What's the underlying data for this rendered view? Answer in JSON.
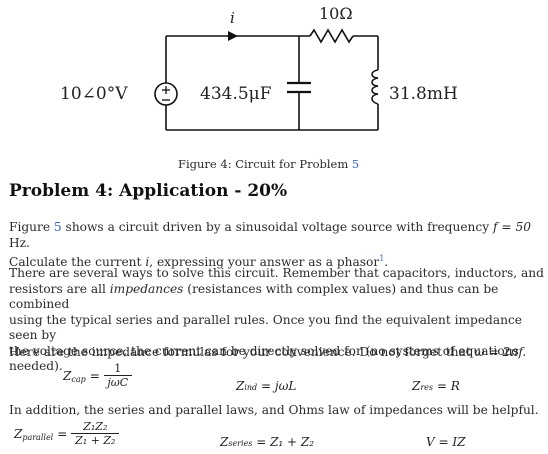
{
  "circuit": {
    "current_label": "i",
    "resistor_label": "10Ω",
    "source_label": "10∠0°V",
    "capacitor_label": "434.5μF",
    "inductor_label": "31.8mH"
  },
  "figure_caption": {
    "prefix": "Figure 4: Circuit for Problem ",
    "ref": "5"
  },
  "problem": {
    "title": "Problem 4: Application - 20%",
    "p1_a": "Figure ",
    "p1_ref": "5",
    "p1_b": " shows a circuit driven by a sinusoidal voltage source with frequency ",
    "p1_f": "f = 50",
    "p1_c": " Hz.",
    "p1_line2": "Calculate the current ",
    "p1_i": "i",
    "p1_d": ", expressing your answer as a phasor",
    "p1_footnote": "1",
    "p1_end": ".",
    "p2_line1": "There are several ways to solve this circuit. Remember that capacitors, inductors, and",
    "p2_line2a": "resistors are all ",
    "p2_line2_em": "impedances",
    "p2_line2b": " (resistances with complex values) and thus can be combined",
    "p2_line3": "using the typical series and parallel rules. Once you find the equivalent impedance seen by",
    "p2_line4": "the voltage source, the current can be directly solved for (no systems of equations needed).",
    "p3": "Here are the impedance formulas for your convenience. Do not forget that",
    "p3_omega": "ω = 2πf.",
    "p4": "In addition, the series and parallel laws, and Ohms law of impedances will be helpful."
  },
  "formulas": {
    "zcap_lhs": "Z",
    "zcap_sub": "cap",
    "zcap_num": "1",
    "zcap_den": "jωC",
    "zind": "Z",
    "zind_sub": "ind",
    "zind_rhs": " = jωL",
    "zres": "Z",
    "zres_sub": "res",
    "zres_rhs": " = R",
    "zpar": "Z",
    "zpar_sub": "parallel",
    "zpar_num": "Z₁Z₂",
    "zpar_den": "Z₁ + Z₂",
    "zser": "Z",
    "zser_sub": "series",
    "zser_rhs": " = Z₁ + Z₂",
    "ohm": "V = IZ"
  }
}
